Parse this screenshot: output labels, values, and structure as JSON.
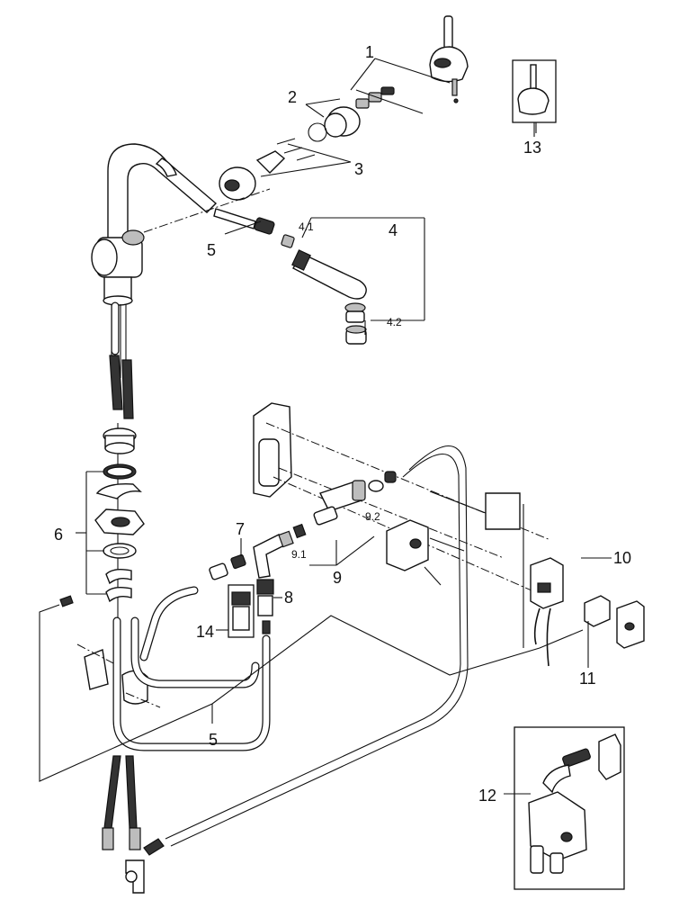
{
  "callouts": {
    "c1": "1",
    "c2": "2",
    "c3": "3",
    "c4": "4",
    "c4_1": "4.1",
    "c4_2": "4.2",
    "c5_top": "5",
    "c5_bottom": "5",
    "c6": "6",
    "c7": "7",
    "c8": "8",
    "c9": "9",
    "c9_1": "9.1",
    "c9_2": "9.2",
    "c10": "10",
    "c11": "11",
    "c12": "12",
    "c13": "13",
    "c14": "14"
  }
}
